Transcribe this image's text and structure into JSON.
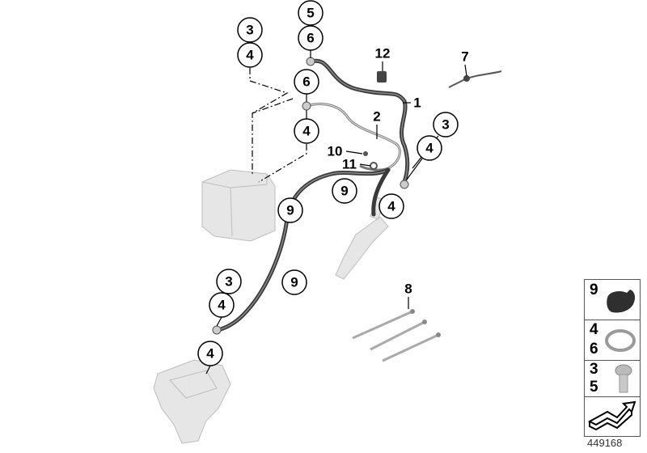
{
  "diagram": {
    "id": "449168",
    "callouts": {
      "c5_top": "5",
      "c6_top": "6",
      "c3_left": "3",
      "c4_left": "4",
      "c6_mid": "6",
      "c4_mid": "4",
      "c12": "12",
      "c7": "7",
      "c1": "1",
      "c2": "2",
      "c3_right": "3",
      "c4_right": "4",
      "c10": "10",
      "c11": "11",
      "c9_a": "9",
      "c9_b": "9",
      "c4_cyl": "4",
      "c3_low": "3",
      "c9_c": "9",
      "c4_low": "4",
      "c8": "8",
      "c4_caliper": "4"
    },
    "legend": [
      {
        "numbers": [
          "9"
        ],
        "part": "clip-icon"
      },
      {
        "numbers": [
          "4",
          "6"
        ],
        "part": "seal-ring-icon"
      },
      {
        "numbers": [
          "3",
          "5"
        ],
        "part": "banjo-bolt-icon"
      },
      {
        "numbers": [],
        "part": "arrow-icon"
      }
    ]
  }
}
